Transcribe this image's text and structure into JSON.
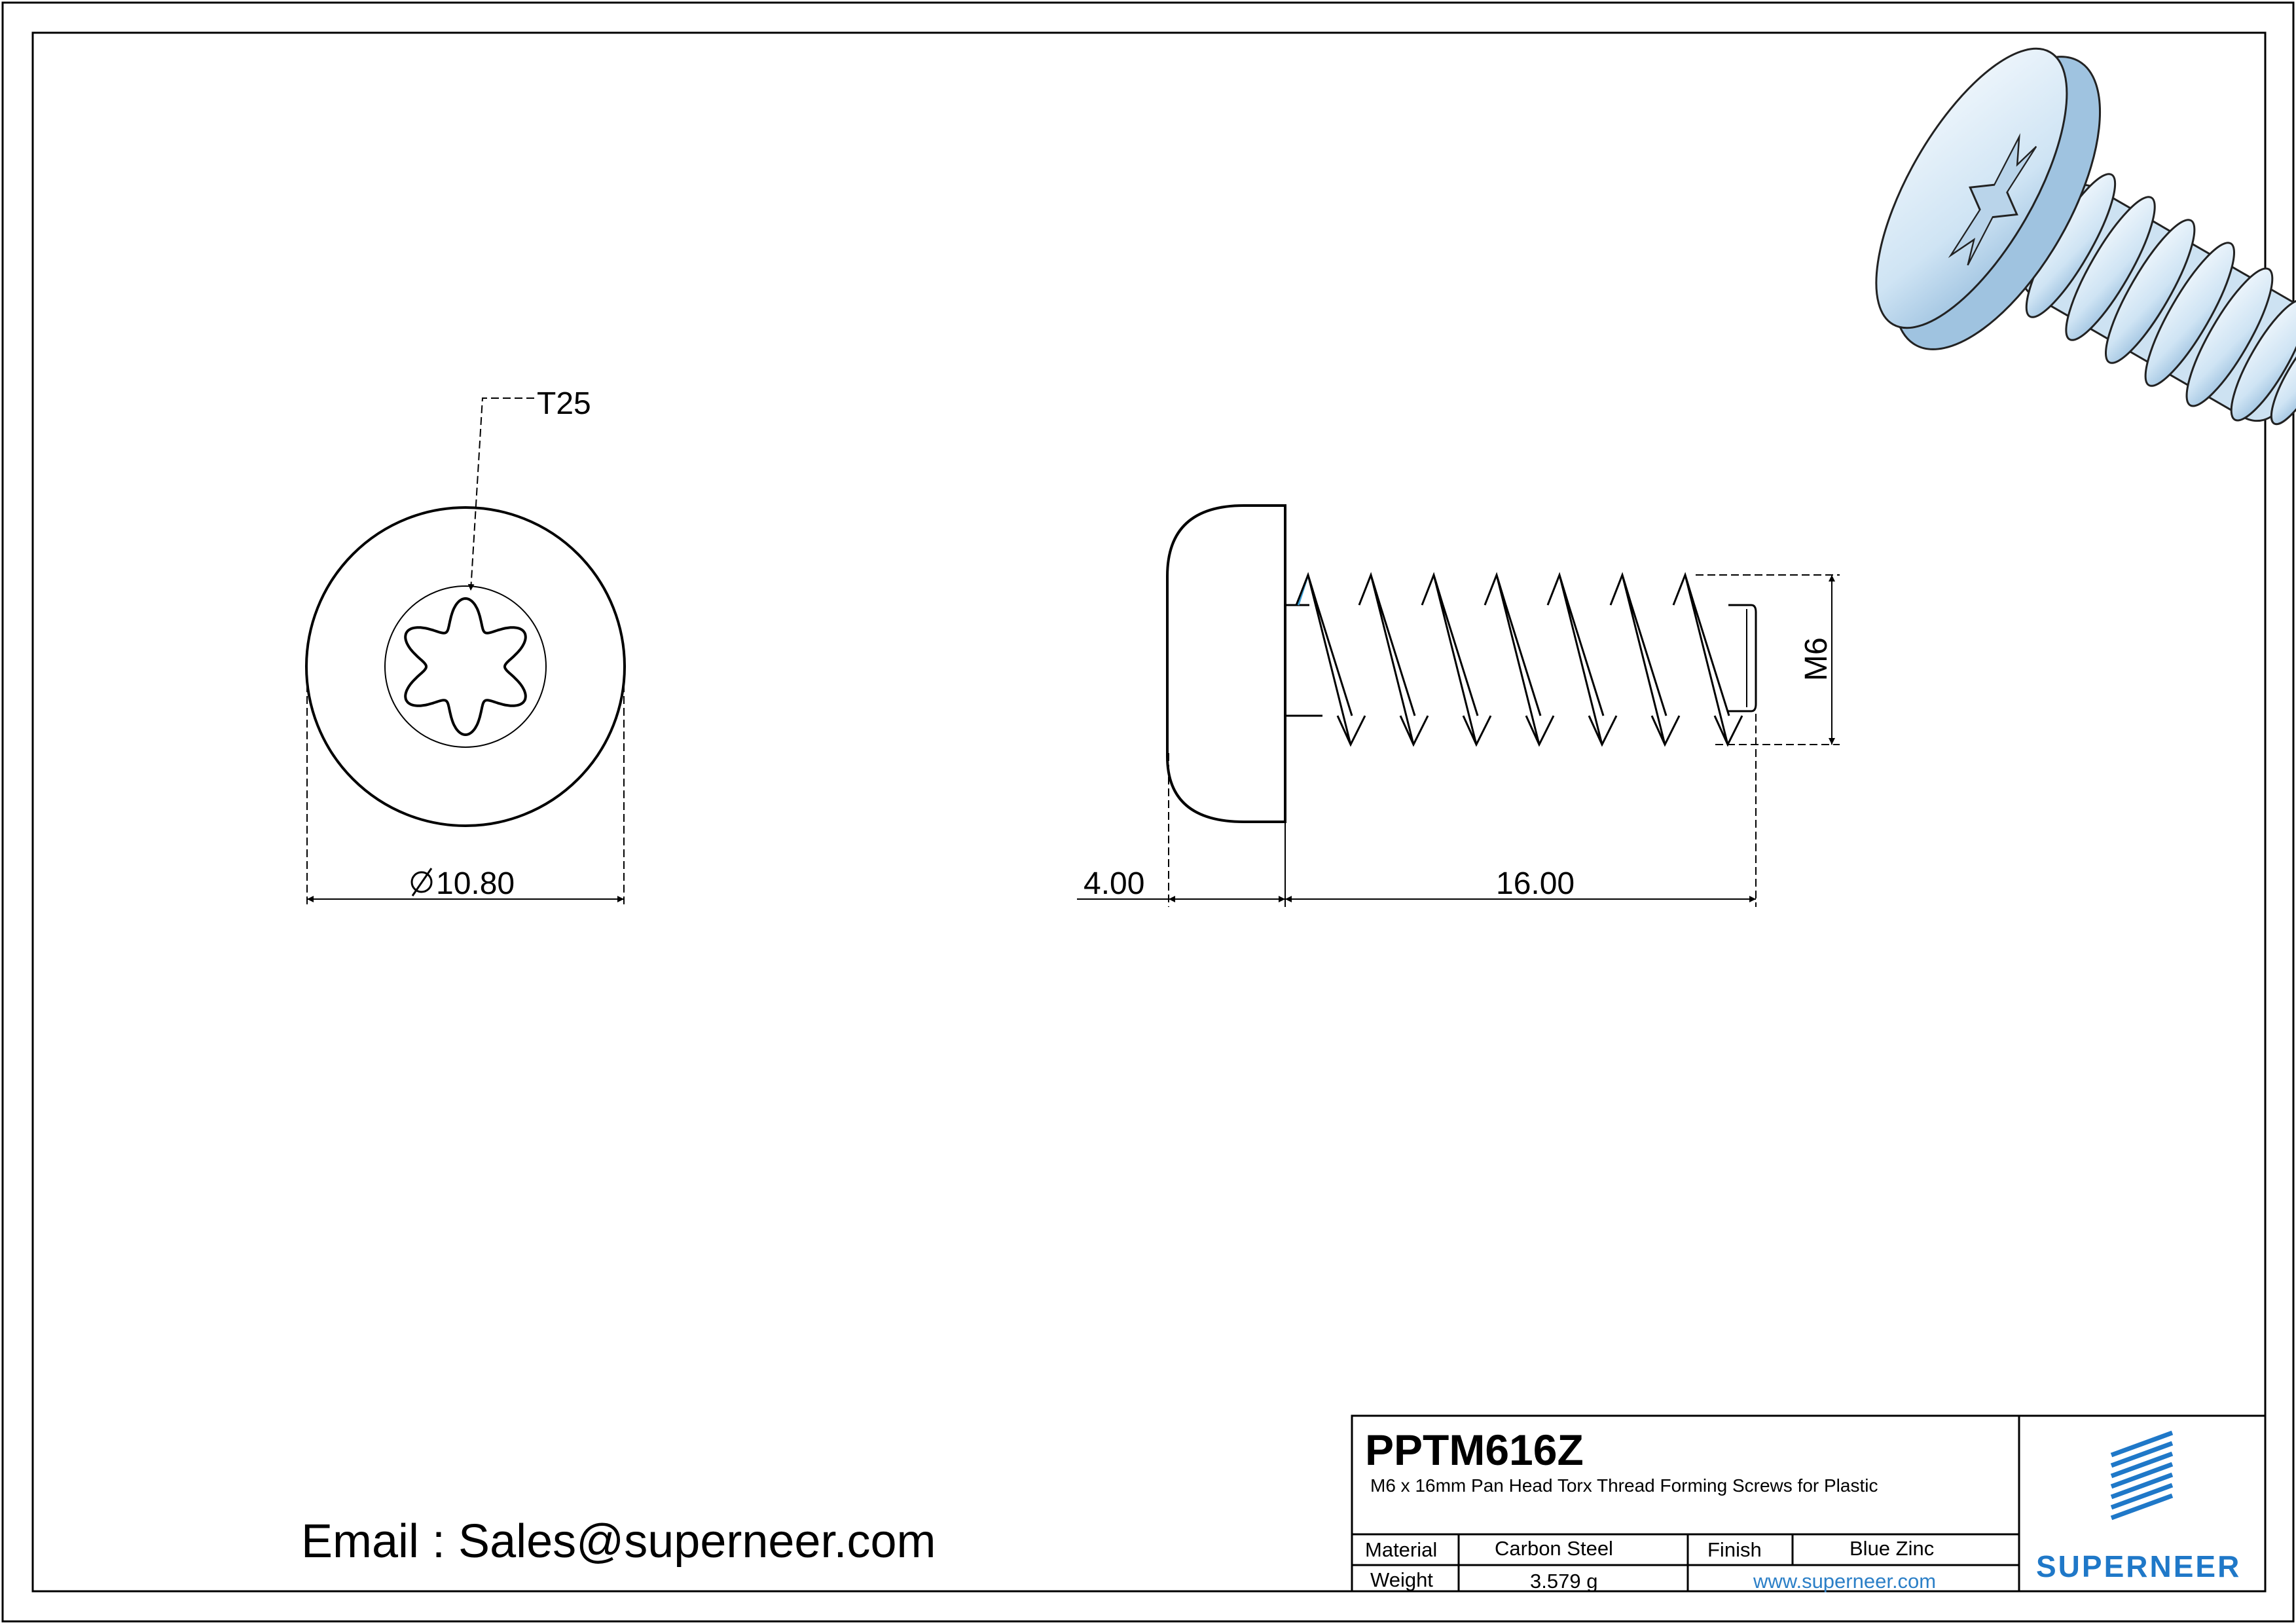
{
  "drawing": {
    "torx_label": "T25",
    "diameter_label": "10.80",
    "head_height_label": "4.00",
    "length_label": "16.00",
    "thread_label": "M6"
  },
  "title_block": {
    "part_number": "PPTM616Z",
    "description": "M6 x 16mm Pan Head Torx Thread Forming Screws for Plastic",
    "material_label": "Material",
    "material_value": "Carbon Steel",
    "finish_label": "Finish",
    "finish_value": "Blue Zinc",
    "weight_label": "Weight",
    "weight_value": "3.579 g",
    "website": "www.superneer.com",
    "brand": "SUPERNEER"
  },
  "contact": {
    "email_line": "Email : Sales@superneer.com"
  },
  "colors": {
    "line": "#000000",
    "brand_blue": "#1f78c8",
    "zinc_light": "#e6f2fb",
    "zinc_mid": "#a9cbe6"
  }
}
